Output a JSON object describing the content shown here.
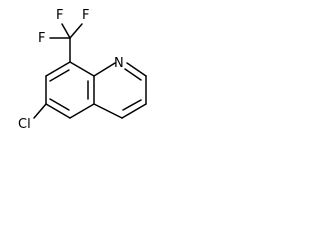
{
  "molecule": {
    "atoms": {
      "f_top_left": "F",
      "f_top_right": "F",
      "f_left": "F",
      "nitrogen": "N",
      "chlorine": "Cl"
    }
  },
  "colors": {
    "bond": "#000000",
    "text": "#000000",
    "background": "#ffffff"
  }
}
